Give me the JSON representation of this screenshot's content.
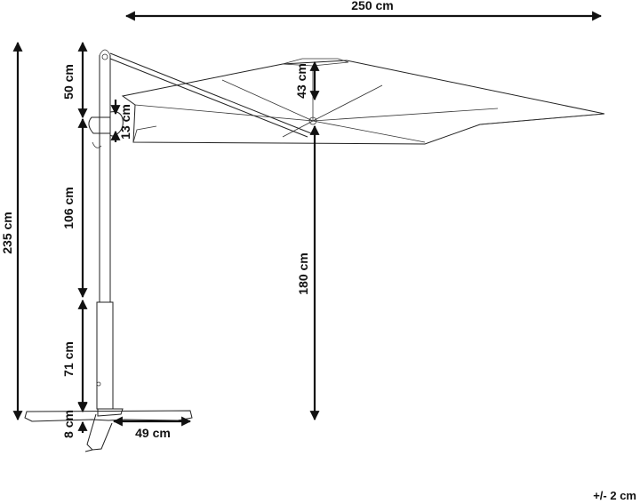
{
  "diagram": {
    "title": "",
    "dimensions": {
      "canopy_width": "250 cm",
      "total_height": "235 cm",
      "top_section": "50 cm",
      "mid_section": "106 cm",
      "lower_section": "71 cm",
      "base_height": "8 cm",
      "base_width": "49 cm",
      "canopy_depth": "43 cm",
      "hinge_gap": "13 cm",
      "clearance": "180 cm"
    },
    "tolerance": "+/- 2 cm"
  }
}
